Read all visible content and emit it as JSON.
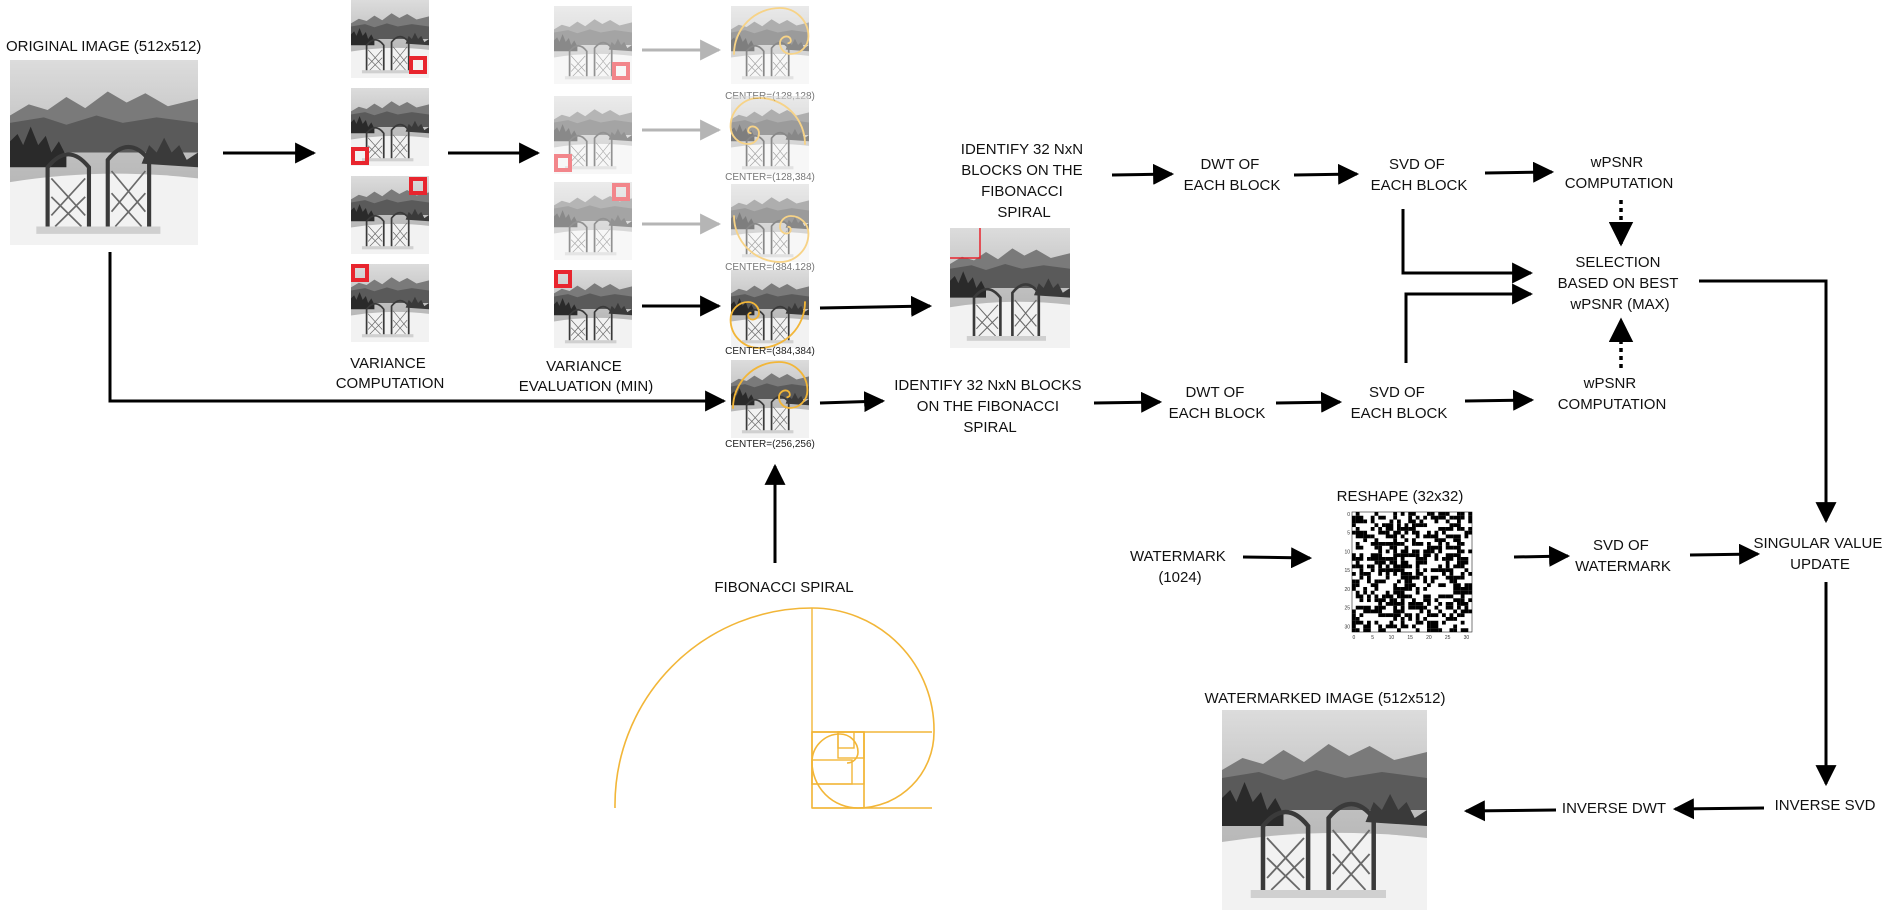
{
  "labels": {
    "original_image": "ORIGINAL IMAGE (512x512)",
    "variance_computation": [
      "VARIANCE",
      "COMPUTATION"
    ],
    "variance_evaluation": [
      "VARIANCE",
      "EVALUATION (MIN)"
    ],
    "identify_top": [
      "IDENTIFY 32 NxN",
      "BLOCKS ON THE",
      "FIBONACCI",
      "SPIRAL"
    ],
    "identify_bottom": [
      "IDENTIFY 32 NxN BLOCKS",
      "ON THE FIBONACCI",
      "SPIRAL"
    ],
    "dwt_top": [
      "DWT OF",
      "EACH BLOCK"
    ],
    "dwt_bottom": [
      "DWT OF",
      "EACH BLOCK"
    ],
    "svd_top": [
      "SVD OF",
      "EACH BLOCK"
    ],
    "svd_bottom": [
      "SVD OF",
      "EACH BLOCK"
    ],
    "wpsnr_top": [
      "wPSNR",
      "COMPUTATION"
    ],
    "wpsnr_bottom": [
      "wPSNR",
      "COMPUTATION"
    ],
    "selection": [
      "SELECTION",
      "BASED ON BEST",
      "wPSNR (MAX)"
    ],
    "fibonacci_spiral": "FIBONACCI SPIRAL",
    "reshape": "RESHAPE (32x32)",
    "watermark": [
      "WATERMARK",
      "(1024)"
    ],
    "svd_watermark": [
      "SVD OF",
      "WATERMARK"
    ],
    "singular_value_update": [
      "SINGULAR VALUE",
      "UPDATE"
    ],
    "inverse_svd": "INVERSE SVD",
    "inverse_dwt": "INVERSE DWT",
    "watermarked_image": "WATERMARKED IMAGE (512x512)"
  },
  "centers": {
    "c1": "CENTER=(128,128)",
    "c2": "CENTER=(128,384)",
    "c3": "CENTER=(384,128)",
    "c4": "CENTER=(384,384)",
    "c5": "CENTER=(256,256)"
  },
  "reshape_ticks": {
    "x": [
      "0",
      "5",
      "10",
      "15",
      "20",
      "25",
      "30"
    ],
    "y": [
      "0",
      "5",
      "10",
      "15",
      "20",
      "25",
      "30"
    ]
  },
  "colors": {
    "spiral": "#f2b638",
    "highlight": "#e8252e",
    "arrow": "#000000",
    "arrow_faded": "#b5b5b5"
  }
}
